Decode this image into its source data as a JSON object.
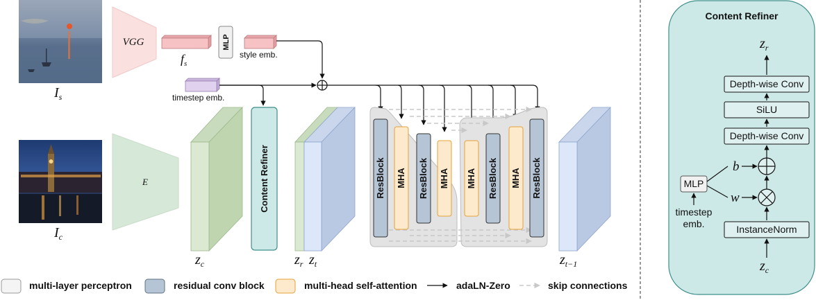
{
  "labels": {
    "vgg": "VGG",
    "encoder": "E",
    "mlp": "MLP",
    "f_s": "f",
    "f_s_sub": "s",
    "style_emb": "style emb.",
    "timestep_emb": "timestep emb.",
    "content_refiner": "Content  Refiner",
    "I_s": "I",
    "I_s_sub": "s",
    "I_c": "I",
    "I_c_sub": "c",
    "z_c": "z",
    "z_c_sub": "c",
    "z_r": "z",
    "z_r_sub": "r",
    "z_t": "z",
    "z_t_sub": "t",
    "z_tm1": "z",
    "z_tm1_sub": "t−1"
  },
  "unet": {
    "blocks": [
      "ResBlock",
      "MHA",
      "ResBlock",
      "MHA",
      "MHA",
      "ResBlock",
      "MHA",
      "ResBlock"
    ]
  },
  "legend": {
    "mlp": "multi-layer perceptron",
    "resconv": "residual conv block",
    "mha": "multi-head self-attention",
    "adaln": "adaLN-Zero",
    "skip": "skip connections"
  },
  "refiner_panel": {
    "title": "Content Refiner",
    "out": "z",
    "out_sub": "r",
    "in": "z",
    "in_sub": "c",
    "blocks": [
      "Depth-wise Conv",
      "SiLU",
      "Depth-wise Conv",
      "InstanceNorm"
    ],
    "mlp": "MLP",
    "timestep_line1": "timestep",
    "timestep_line2": "emb.",
    "b": "b",
    "w": "w"
  },
  "colors": {
    "vgg_fill": "#fbe0e0",
    "encoder_fill": "#d6e8d8",
    "pink": "#f6c2c4",
    "purple": "#e0d2ee",
    "teal": "#cde9e7",
    "green_front": "#dbe9d2",
    "green_side": "#bed5b0",
    "blue_front": "#dce8fa",
    "blue_side": "#b9c9e3",
    "resblock": "#b6c5d6",
    "mha": "#fde9cb",
    "mha_border": "#e6a13a",
    "unet_bg": "#e3e3e3"
  }
}
